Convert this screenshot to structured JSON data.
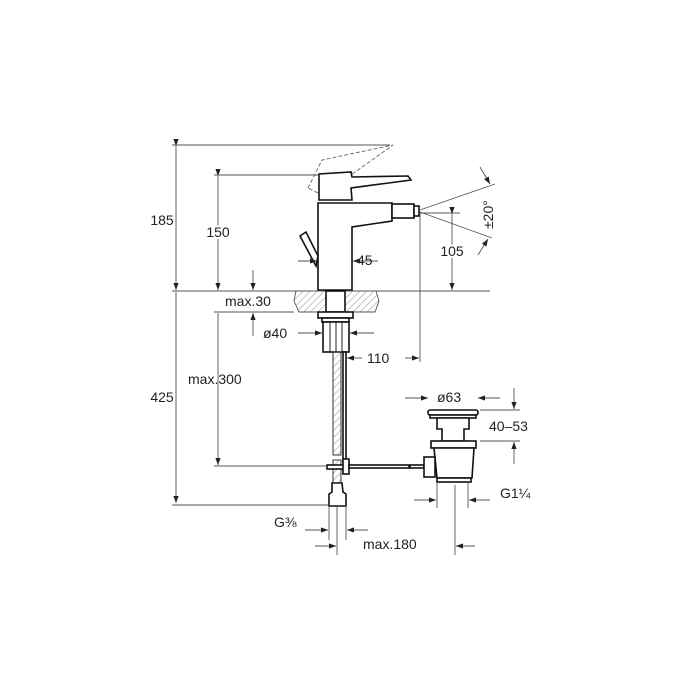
{
  "drawing": {
    "title": "Bidet mixer technical drawing",
    "dimensions": {
      "total_height": "185",
      "body_height": "150",
      "spout_height": "105",
      "spout_angle": "±20°",
      "body_width": "45",
      "max_deck_thickness": "max.30",
      "hole_diameter": "ø40",
      "spout_reach": "110",
      "hose_length": "max.300",
      "total_below": "425",
      "waste_diameter": "ø63",
      "waste_height_range": "40–53",
      "waste_thread": "G1¼",
      "inlet_thread": "G⅜",
      "pop_up_distance": "max.180"
    },
    "colors": {
      "line": "#111111",
      "dimension": "#555555",
      "background": "#ffffff"
    }
  }
}
